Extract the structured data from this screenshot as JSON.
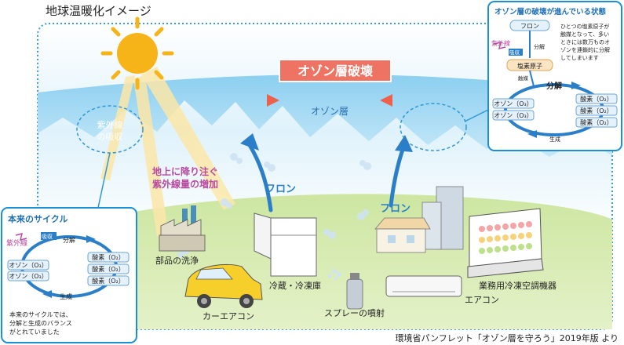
{
  "title": "地球温暖化イメージ",
  "banner": "オゾン層破壊",
  "ozone_layer": "オゾン層",
  "uv_absorb": [
    "紫外線",
    "の吸収"
  ],
  "uv_increase": [
    "地上に降り注ぐ",
    "紫外線量の増加"
  ],
  "freon": "フロン",
  "sources": {
    "parts_wash": "部品の洗浄",
    "fridge": "冷蔵・冷凍庫",
    "car_ac": "カーエアコン",
    "spray": "スプレーの噴射",
    "aircon": "エアコン",
    "commercial": "業務用冷凍空調機器"
  },
  "original_cycle": {
    "title": "本来のサイクル",
    "uv": "紫外線",
    "absorb": "吸収",
    "decompose": "分解",
    "generate": "生成",
    "ozone": [
      "オゾン（O₃）",
      "オゾン（O₃）"
    ],
    "oxygen": [
      "酸素（O₂）",
      "酸素（O₂）",
      "酸素（O₂）"
    ],
    "note": [
      "本来のサイクルでは、",
      "分解と生成のバランス",
      "がとれていました"
    ]
  },
  "destruction": {
    "title": "オゾン層の破壊が進んでいる状態",
    "freon": "フロン",
    "uv": "紫外線",
    "absorb": "吸収",
    "decompose": "分解",
    "chlorine": "塩素原子",
    "contact": "触媒",
    "decompose2": "分解",
    "generate": "生成",
    "ozone": [
      "オゾン（O₃）",
      "オゾン（O₃）"
    ],
    "oxygen": [
      "酸素（O₂）",
      "酸素（O₂）",
      "酸素（O₂）"
    ],
    "note": [
      "ひとつの塩素原子が",
      "触媒となって、多い",
      "ときには数万ものオ",
      "ゾンを連鎖的に分解",
      "してしまいます"
    ]
  },
  "source_credit": "環境省パンフレット「オゾン層を守ろう」2019年版 より",
  "colors": {
    "sky_top": "#a9dcf3",
    "sky_bottom": "#ffffff",
    "ground": "#b8d77a",
    "panel_border": "#1c8fd6",
    "dotted": "#2f97d8",
    "arrow": "#2b7fc8",
    "banner": "#ee7362",
    "sun": "#f7b418",
    "magenta": "#b84aa0",
    "oxy_fill": "#e6f2fb",
    "chlorine_fill": "#fbe4c2"
  }
}
